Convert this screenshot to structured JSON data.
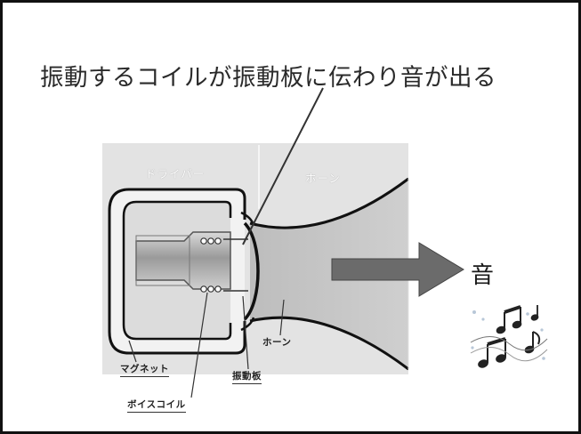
{
  "headline": "振動するコイルが振動板に伝わり音が出る",
  "diagram": {
    "section_driver": "ドライバー",
    "section_horn": "ホーン",
    "label_magnet": "マグネット",
    "label_voice_coil": "ボイスコイル",
    "label_diaphragm": "振動板",
    "label_horn": "ホーン"
  },
  "sound_label": "音",
  "music_notes_icon": "music-notes-icon",
  "colors": {
    "arrow_fill": "#6b6b6b",
    "panel": "#e3e3e3",
    "border": "#111111"
  }
}
